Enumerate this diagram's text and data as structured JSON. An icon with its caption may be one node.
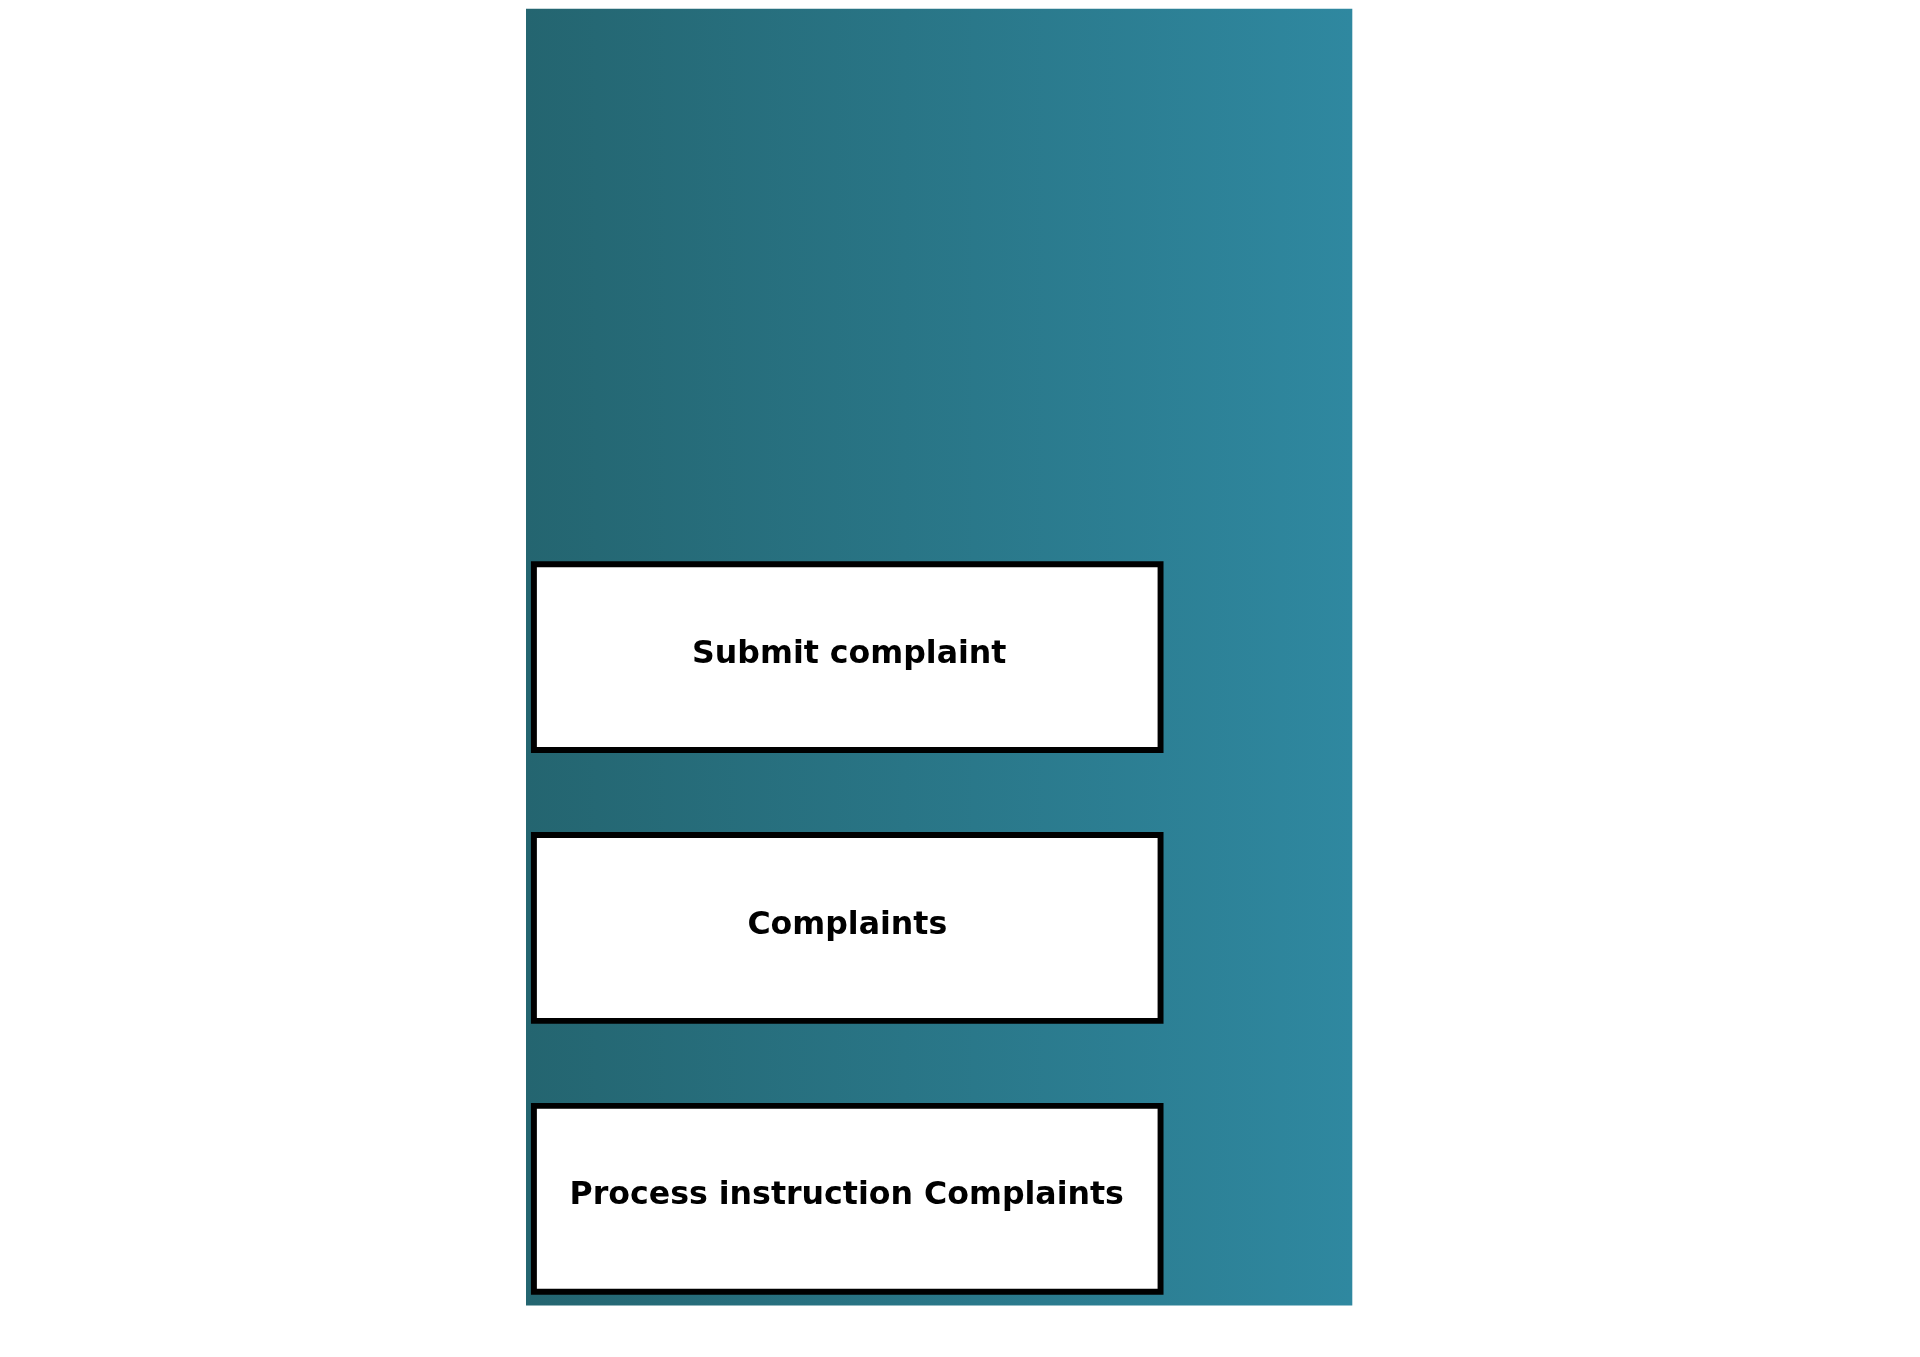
{
  "diagram": {
    "nodes": [
      {
        "text": [
          "Submit complaint"
        ]
      },
      {
        "text": [
          "Complaints"
        ]
      },
      {
        "text": [
          "Process instruction Complaints"
        ]
      }
    ]
  }
}
